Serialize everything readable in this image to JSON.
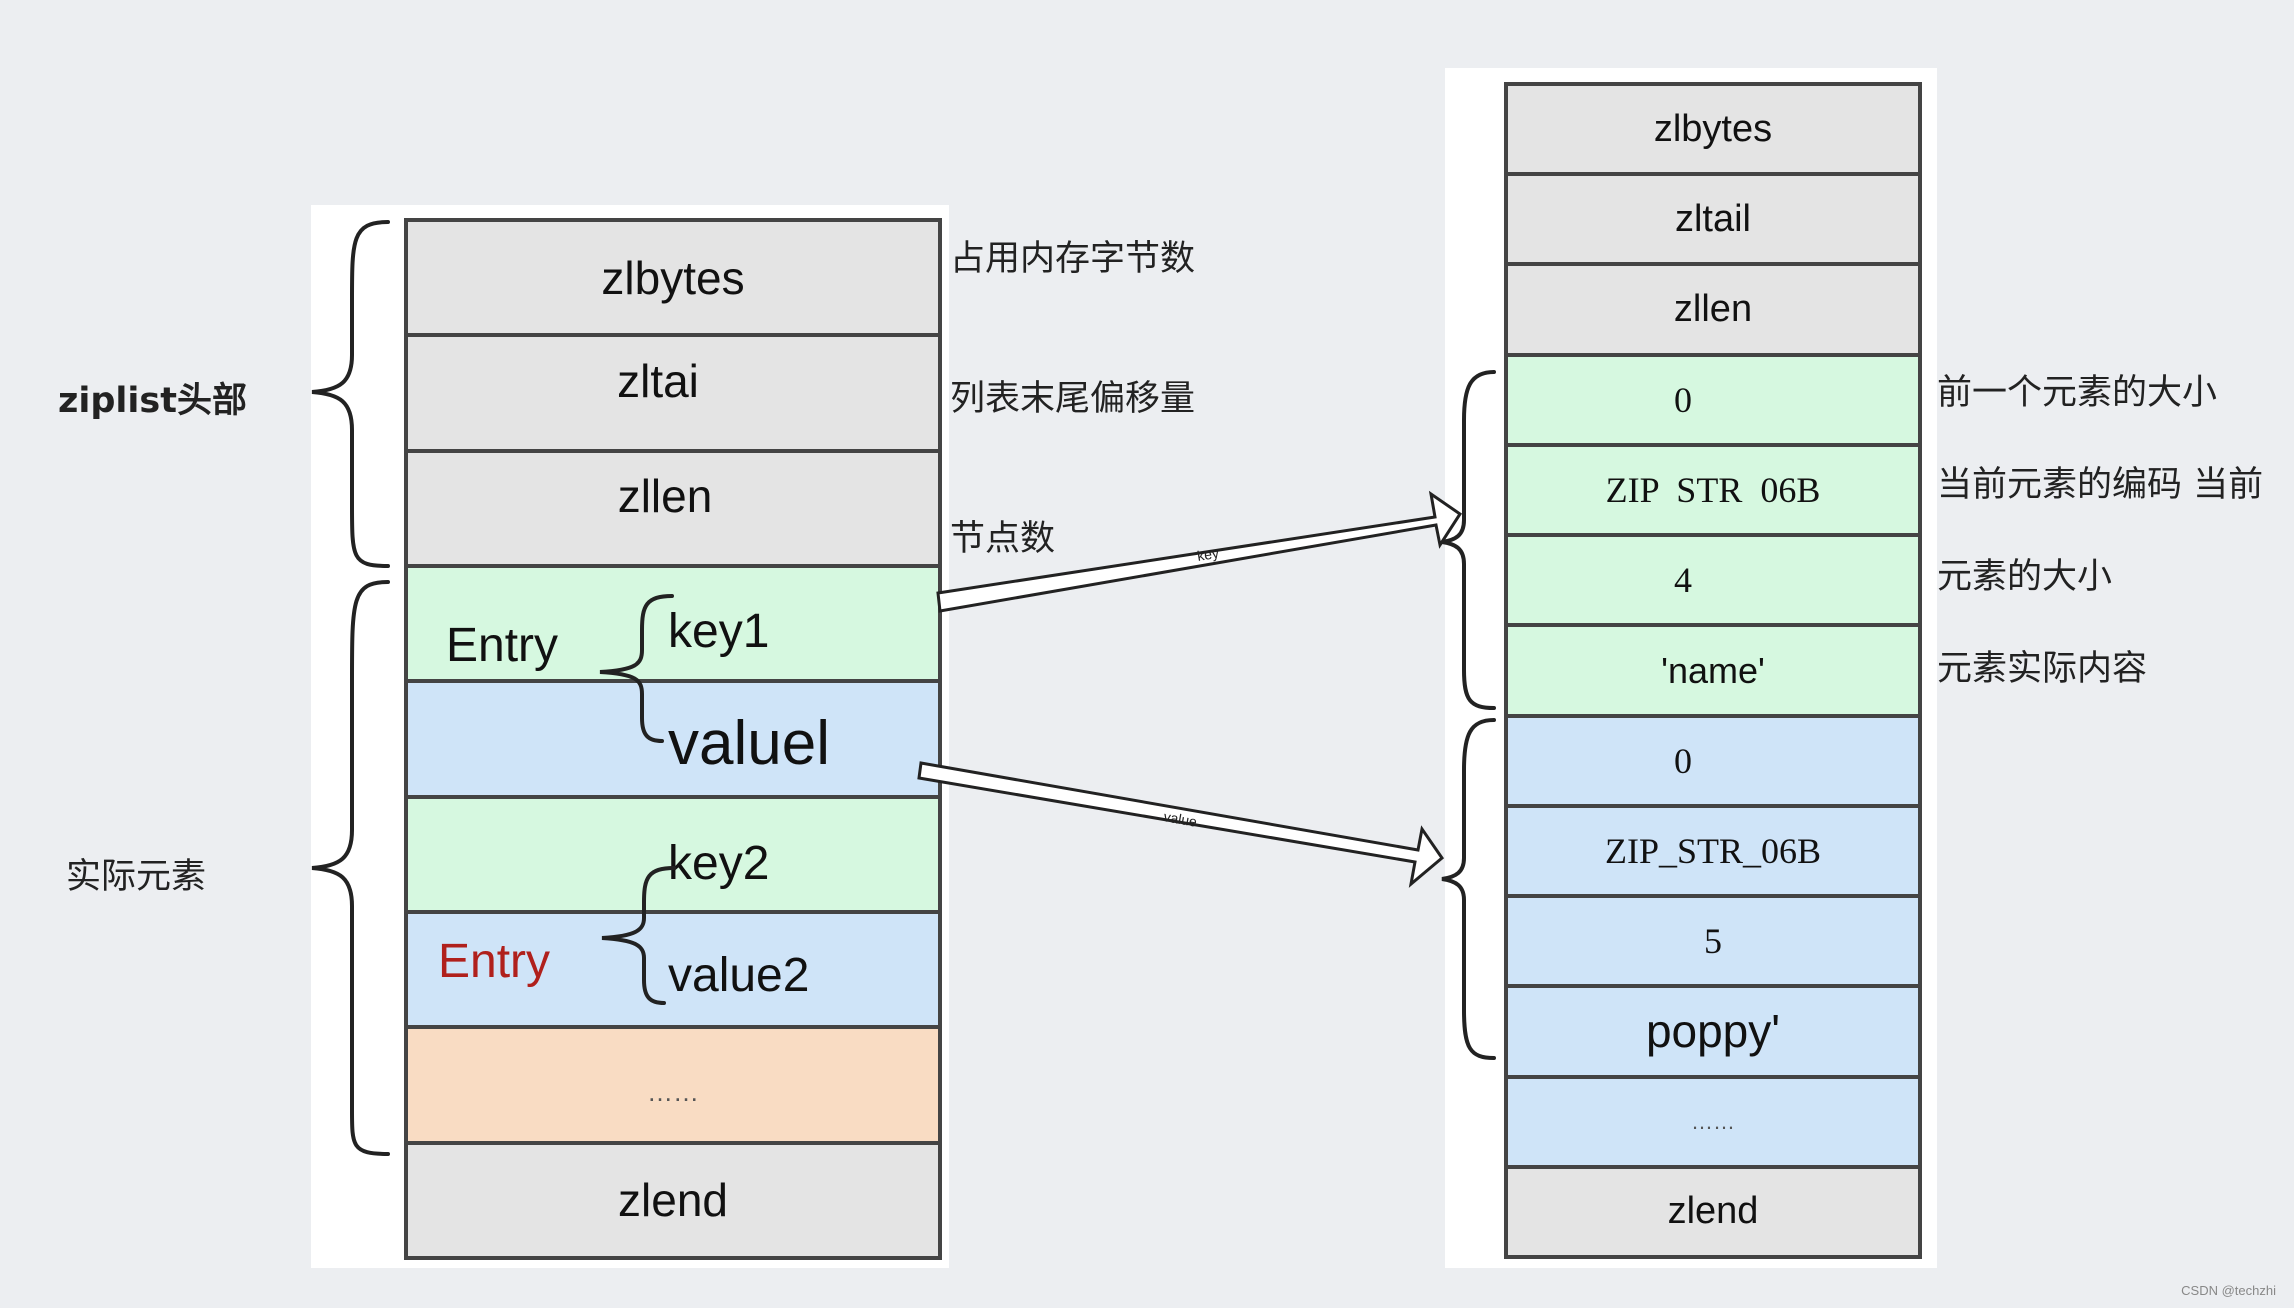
{
  "left_stack": {
    "header_cells": [
      "zlbytes",
      "zltai",
      "zllen"
    ],
    "entry1": {
      "label": "Entry",
      "key": "key1",
      "value": "valuel"
    },
    "entry2": {
      "label": "Entry",
      "key": "key2",
      "value": "value2"
    },
    "ellipsis": "……",
    "end": "zlend"
  },
  "left_annotations": {
    "zlbytes": "占用内存字节数",
    "zltail": "列表末尾偏移量",
    "zllen": "节点数"
  },
  "group_labels": {
    "header": "ziplist头部",
    "elements": "实际元素"
  },
  "arrows": {
    "key": "key",
    "value": "value"
  },
  "right_stack": {
    "header_cells": [
      "zlbytes",
      "zltail",
      "zllen"
    ],
    "key_entry": [
      "0",
      "ZIP  STR  06B",
      "4",
      "'name'"
    ],
    "value_entry": [
      "0",
      "ZIP_STR_06B",
      "5",
      "poppy'"
    ],
    "ellipsis": "……",
    "end": "zlend"
  },
  "right_annotations": {
    "prev_len": "前一个元素的大小",
    "encoding": "当前元素的编码 当前",
    "size": "元素的大小",
    "content": "元素实际内容"
  },
  "watermark": "CSDN @techzhi",
  "colors": {
    "header_gray": "#e4e4e4",
    "key_green": "#d6f8e0",
    "value_blue": "#cfe4f8",
    "ellipsis_peach": "#f9dcc3",
    "entry2_red": "#b0201c"
  }
}
